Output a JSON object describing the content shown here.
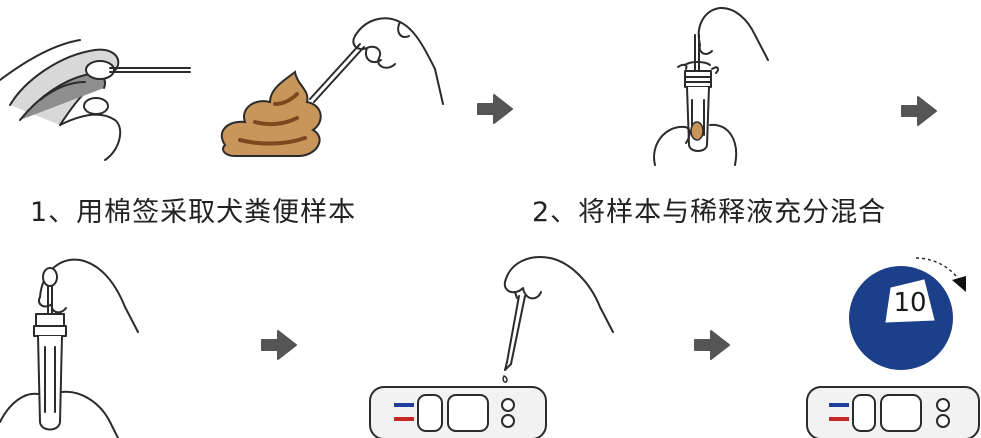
{
  "steps": [
    {
      "caption": "1、用棉签采取犬粪便样本"
    },
    {
      "caption": "2、将样本与稀释液充分混合"
    }
  ],
  "timer": {
    "minutes": "10"
  },
  "colors": {
    "arrow": "#555555",
    "stool": "#c8955a",
    "stool_dark": "#7a4a1e",
    "timer_disc": "#1c3f8a",
    "line_blue": "#1f3e9a",
    "line_red": "#c62828",
    "outline": "#2b2b2b"
  },
  "icons": [
    "hand-icon",
    "swab-icon",
    "stool-icon",
    "tube-icon",
    "dropper-icon",
    "test-cassette-icon",
    "timer-icon",
    "arrow-right-icon"
  ]
}
